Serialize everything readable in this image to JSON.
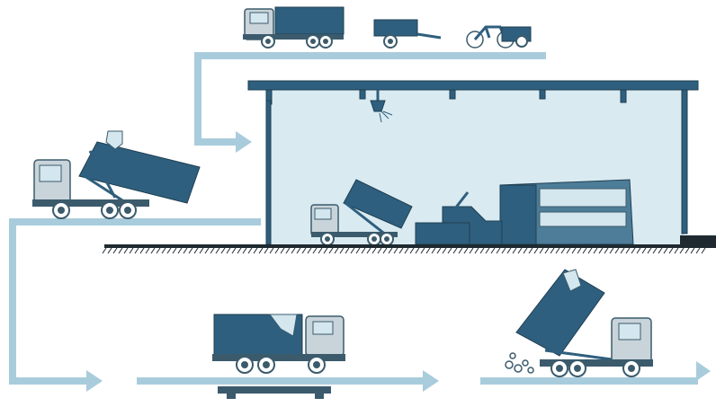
{
  "diagram": {
    "kind": "waste-transfer-station-process",
    "caption": "",
    "colors": {
      "pale_blue": "#a9ccdc",
      "light_blue": "#d4e6ee",
      "building_fill": "#d9eaf1",
      "dark_teal": "#2f5f7e",
      "mid_teal": "#4d7d98",
      "outline": "#3b5b6c",
      "gray_body": "#c9d4da",
      "ground_dark": "#1e2a30"
    },
    "stages": [
      {
        "id": "collection-vehicles",
        "depicts": [
          "hook-lift-truck",
          "hand-cart",
          "cargo-tricycle"
        ]
      },
      {
        "id": "tipping-hall",
        "depicts": [
          "building",
          "roof",
          "dust-spray",
          "tipping-truck",
          "compactor"
        ]
      },
      {
        "id": "container-lift",
        "depicts": [
          "hook-lift-truck-lifting-container"
        ]
      },
      {
        "id": "weighbridge",
        "depicts": [
          "container-truck-on-scale"
        ]
      },
      {
        "id": "disposal",
        "depicts": [
          "truck-tipping-container"
        ]
      }
    ],
    "flow_arrows": [
      "top-to-hall",
      "left-down-loop",
      "to-weighbridge",
      "to-disposal",
      "exit"
    ]
  }
}
